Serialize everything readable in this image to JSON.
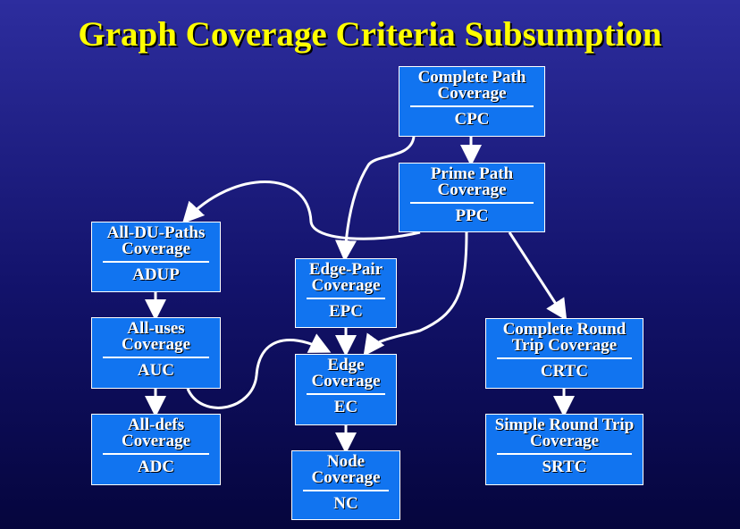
{
  "title": "Graph Coverage Criteria Subsumption",
  "colors": {
    "title": "#ffff00",
    "node_fill": "#1174f0",
    "node_border": "#ffffff",
    "arrow": "#ffffff"
  },
  "nodes": {
    "cpc": {
      "name": "Complete Path Coverage",
      "abbr": "CPC"
    },
    "ppc": {
      "name": "Prime Path Coverage",
      "abbr": "PPC"
    },
    "adup": {
      "name": "All-DU-Paths Coverage",
      "abbr": "ADUP"
    },
    "epc": {
      "name": "Edge-Pair Coverage",
      "abbr": "EPC"
    },
    "auc": {
      "name": "All-uses Coverage",
      "abbr": "AUC"
    },
    "ec": {
      "name": "Edge Coverage",
      "abbr": "EC"
    },
    "crtc": {
      "name": "Complete Round Trip Coverage",
      "abbr": "CRTC"
    },
    "adc": {
      "name": "All-defs Coverage",
      "abbr": "ADC"
    },
    "nc": {
      "name": "Node Coverage",
      "abbr": "NC"
    },
    "srtc": {
      "name": "Simple Round Trip Coverage",
      "abbr": "SRTC"
    }
  },
  "edges": [
    {
      "from": "CPC",
      "to": "PPC"
    },
    {
      "from": "CPC",
      "to": "EPC"
    },
    {
      "from": "PPC",
      "to": "ADUP"
    },
    {
      "from": "PPC",
      "to": "EC"
    },
    {
      "from": "PPC",
      "to": "CRTC"
    },
    {
      "from": "ADUP",
      "to": "AUC"
    },
    {
      "from": "AUC",
      "to": "ADC"
    },
    {
      "from": "AUC",
      "to": "EC"
    },
    {
      "from": "EPC",
      "to": "EC"
    },
    {
      "from": "EC",
      "to": "NC"
    },
    {
      "from": "CRTC",
      "to": "SRTC"
    }
  ]
}
